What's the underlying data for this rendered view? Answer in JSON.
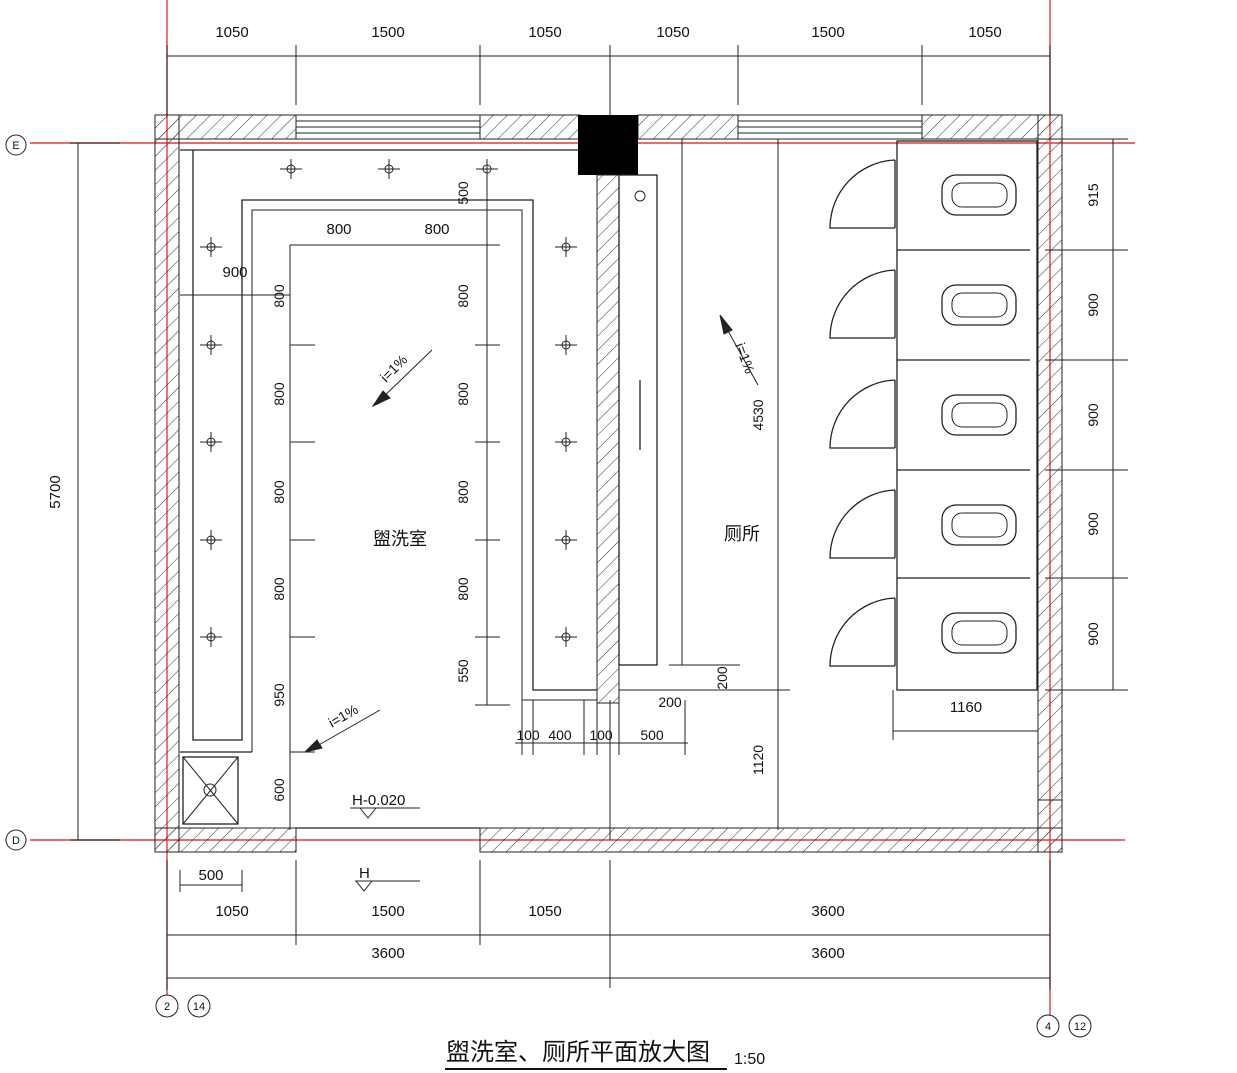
{
  "title": "盥洗室、厕所平面放大图",
  "scale": "1:50",
  "rooms": {
    "washroom": "盥洗室",
    "toilet": "厕所"
  },
  "axes": {
    "E": "E",
    "D": "D",
    "a2": "2",
    "a14": "14",
    "a4": "4",
    "a12": "12"
  },
  "top_dims": [
    "1050",
    "1500",
    "1050",
    "1050",
    "1500",
    "1050"
  ],
  "bottom_dims_row1": [
    "1050",
    "1500",
    "1050",
    "3600"
  ],
  "bottom_dims_row2": [
    "3600",
    "3600"
  ],
  "left_dim": "5700",
  "right_dims": [
    "915",
    "900",
    "900",
    "900",
    "900"
  ],
  "inner_dims": {
    "d800a": "800",
    "d800b": "800",
    "d900": "900",
    "d500": "500",
    "left_col": [
      "800",
      "800",
      "800",
      "800",
      "950",
      "600"
    ],
    "mid_col": [
      "800",
      "800",
      "800",
      "800",
      "550"
    ],
    "d4530": "4530",
    "d1120": "1120",
    "d200a": "200",
    "d200b": "200",
    "d1160": "1160",
    "bottom_small": [
      "100",
      "400",
      "100",
      "500"
    ],
    "d500_bottom": "500"
  },
  "slopes": {
    "s1": "i=1%",
    "s2": "i=1%",
    "s3": "i=1%"
  },
  "elevations": {
    "h1": "H-0.020",
    "h2": "H"
  },
  "colors": {
    "axis_line": "#e23b3b",
    "ink": "#222222"
  }
}
